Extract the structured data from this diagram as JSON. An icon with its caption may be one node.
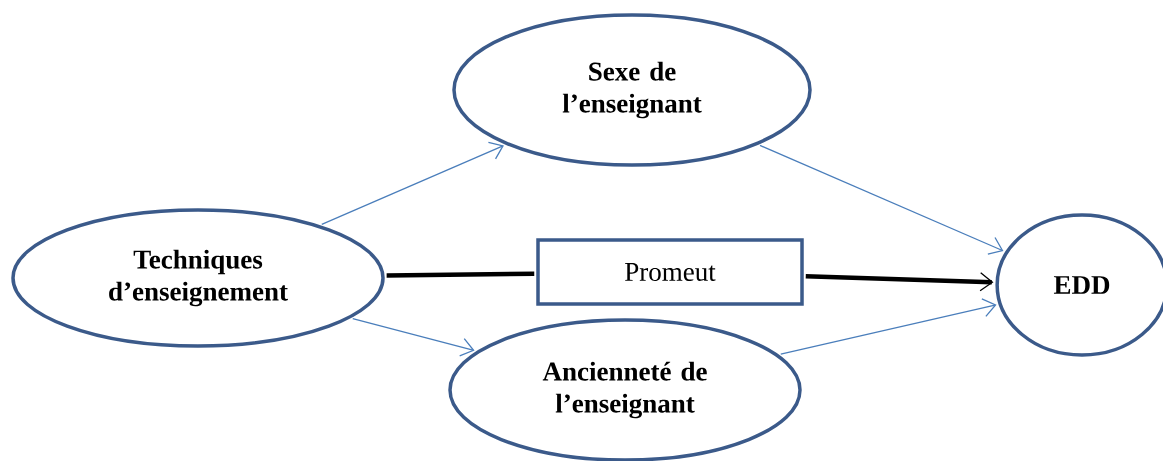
{
  "diagram": {
    "nodes": [
      {
        "text": [
          "Techniques d’enseignement"
        ]
      },
      {
        "text": [
          "Sexe de l’enseignant"
        ]
      },
      {
        "text": [
          "Ancienneté de l’enseignant"
        ]
      },
      {
        "text": [
          "EDD"
        ]
      },
      {
        "text": [
          "Promeut"
        ]
      }
    ],
    "edges": [
      {
        "from": 0,
        "to": 1,
        "arrow": "to"
      },
      {
        "from": 0,
        "to": 2,
        "arrow": "to"
      },
      {
        "from": 1,
        "to": 3,
        "arrow": "to"
      },
      {
        "from": 2,
        "to": 3,
        "arrow": "to"
      },
      {
        "from": 0,
        "to": 4,
        "arrow": "none",
        "style": "thick",
        "color": "#000000"
      },
      {
        "from": 4,
        "to": 3,
        "arrow": "to",
        "style": "thick",
        "color": "#000000"
      }
    ]
  }
}
